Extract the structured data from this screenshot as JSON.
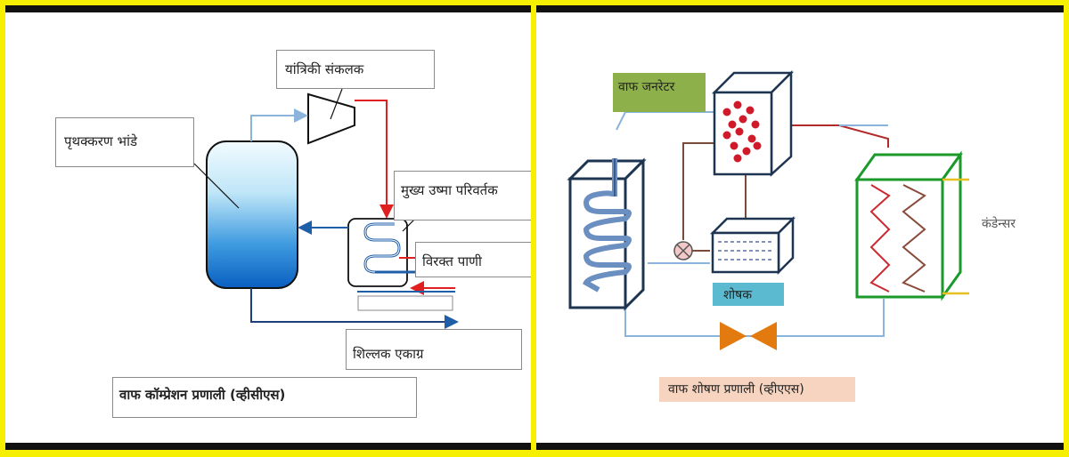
{
  "left_panel": {
    "labels": {
      "mechanical_compressor": "यांत्रिकी  संकलक",
      "separation_vessel": "पृथक्करण भांडे",
      "main_heat_exchanger": "मुख्य उष्मा परिवर्तक",
      "distilled_water": "विरक्त पाणी",
      "residual_concentrate": "शिल्लक एकाग्र",
      "system_name": "वाफ कॉम्प्रेशन प्रणाली (व्हीसीएस)"
    }
  },
  "right_panel": {
    "labels": {
      "vapor_generator": "वाफ जनरेटर",
      "condenser": "कंडेन्सर",
      "absorber": "शोषक",
      "system_name": "वाफ शोषण प्रणाली (व्हीएएस)"
    }
  },
  "colors": {
    "frame": "#f6f000",
    "hot_line": "#e02020",
    "cold_line": "#1f5fa8",
    "light_line": "#8ab4dc",
    "vapor_generator_bg": "#8db04a",
    "absorber_bg": "#5bbad0",
    "system_label_bg": "#f6d4c0",
    "condenser_frame": "#1a9a2a",
    "valve": "#e27a10"
  }
}
